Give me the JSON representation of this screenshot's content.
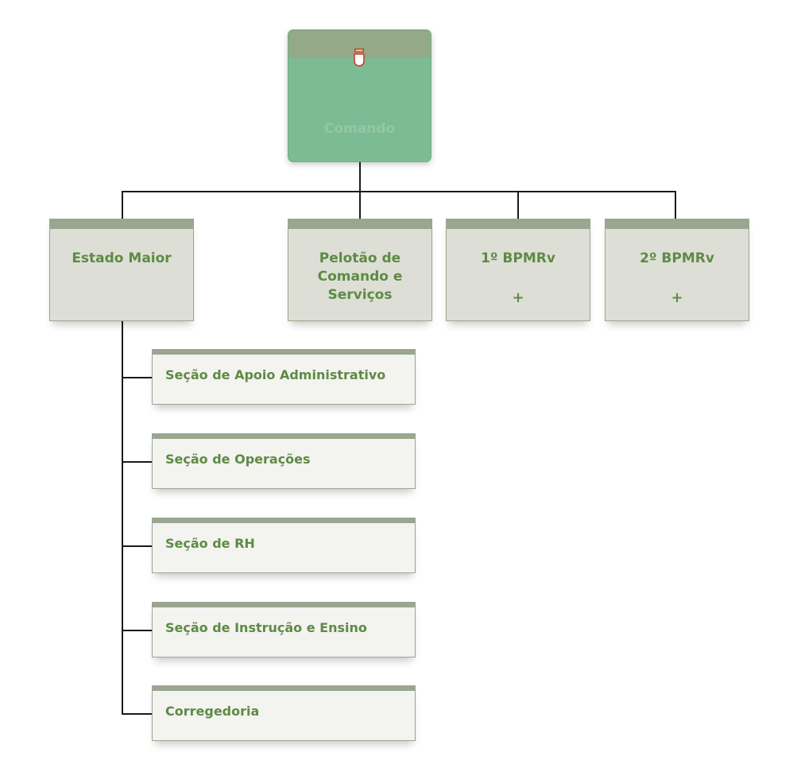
{
  "root": {
    "label": "Comando",
    "icon": "shield-icon"
  },
  "branches": [
    {
      "label": "Estado Maior",
      "expand": ""
    },
    {
      "label": "Pelotão de Comando e Serviços",
      "expand": ""
    },
    {
      "label": "1º BPMRv",
      "expand": "+"
    },
    {
      "label": "2º BPMRv",
      "expand": "+"
    }
  ],
  "sections": [
    {
      "label": "Seção de Apoio Administrativo"
    },
    {
      "label": "Seção de Operações"
    },
    {
      "label": "Seção de RH"
    },
    {
      "label": "Seção de Instrução e Ensino"
    },
    {
      "label": "Corregedoria"
    }
  ],
  "colors": {
    "root_fill": "#7dbb95",
    "root_header": "#93a987",
    "box_fill": "#dddfd6",
    "section_fill": "#f3f3f0",
    "header_bar": "#9aa690",
    "text": "#5e8a45"
  }
}
